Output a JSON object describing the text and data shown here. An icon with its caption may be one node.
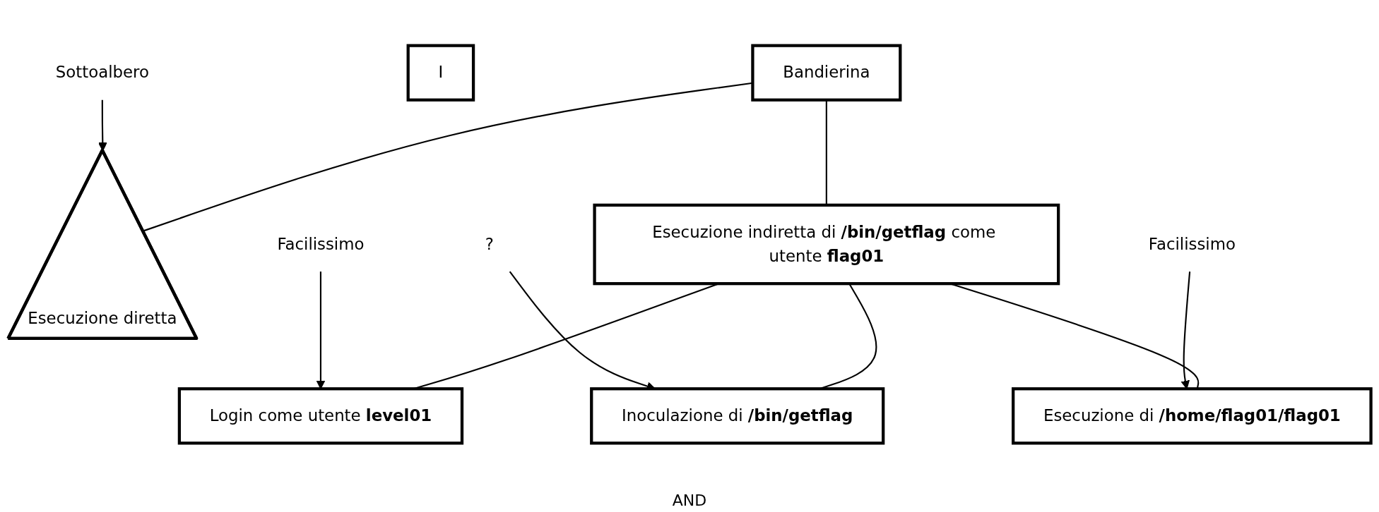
{
  "diagram": {
    "nodes": [
      {
        "text": [
          "Bandierina"
        ]
      },
      {
        "text": [
          "Esecuzione diretta"
        ]
      },
      {
        "text": [
          "I"
        ]
      },
      {
        "text": [
          "Esecuzione indiretta di **/bin/getflag** come utente **flag01**"
        ]
      },
      {
        "text": [
          "Login come utente **level01**"
        ]
      },
      {
        "text": [
          "Inoculazione di **/bin/getflag**"
        ]
      },
      {
        "text": [
          "Esecuzione di **/home/flag01/flag01**"
        ]
      },
      {
        "text": [
          "Sottoalbero"
        ]
      },
      {
        "text": [
          "Facilissimo"
        ]
      },
      {
        "text": [
          "?"
        ]
      },
      {
        "text": [
          "Facilissimo"
        ]
      }
    ],
    "edges": [
      {
        "from": 0,
        "to": 1,
        "arrow": "none"
      },
      {
        "from": 0,
        "to": 3,
        "arrow": "none"
      },
      {
        "from": 3,
        "to": 4,
        "arrow": "none"
      },
      {
        "from": 3,
        "to": 5,
        "arrow": "none"
      },
      {
        "from": 3,
        "to": 6,
        "arrow": "none"
      },
      {
        "from": 7,
        "to": 1,
        "arrow": "to"
      },
      {
        "from": 8,
        "to": 4,
        "arrow": "to"
      },
      {
        "from": 9,
        "to": 5,
        "arrow": "to"
      },
      {
        "from": 10,
        "to": 6,
        "arrow": "to"
      }
    ],
    "labels": [
      "AND"
    ]
  }
}
